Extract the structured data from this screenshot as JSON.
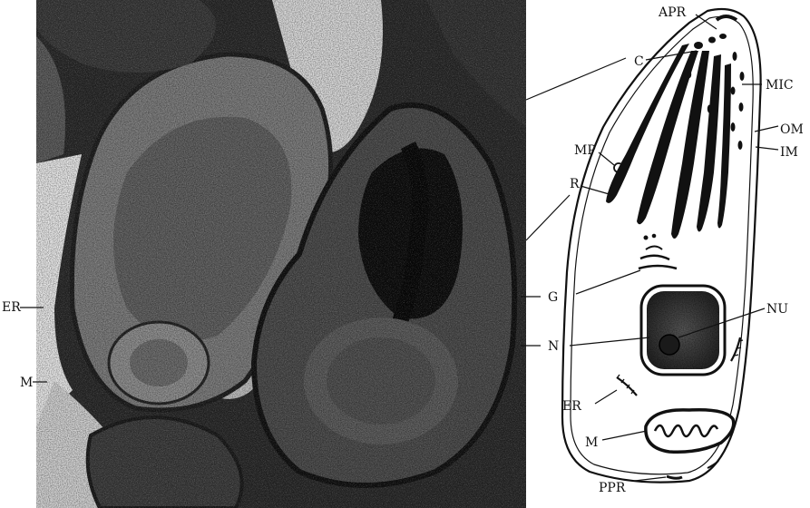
{
  "figure": {
    "micrograph_labels": [
      "ER",
      "M"
    ],
    "diagram_labels": [
      "APR",
      "C",
      "MIC",
      "MP",
      "OM",
      "IM",
      "R",
      "G",
      "NU",
      "N",
      "ER",
      "M",
      "PPR"
    ]
  }
}
